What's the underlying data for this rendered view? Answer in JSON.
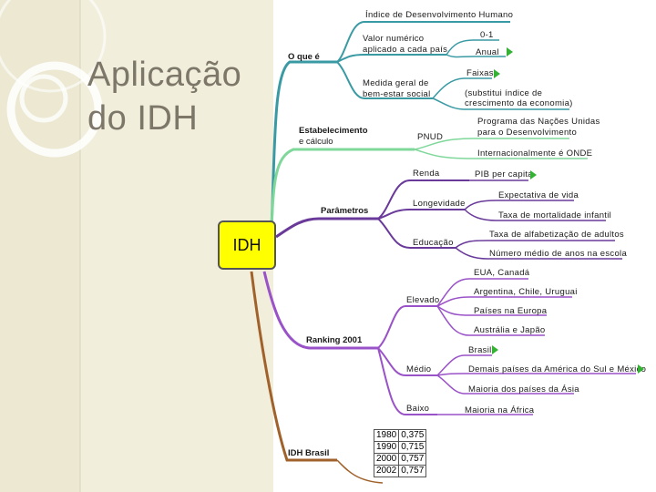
{
  "slide": {
    "title_line1": "Aplicação",
    "title_line2": "do IDH"
  },
  "mindmap": {
    "root": "IDH",
    "o_que_e": {
      "label": "O que é",
      "nome": "Índice de Desenvolvimento Humano",
      "valor": "Valor numérico aplicado a cada país",
      "valor_line1": "Valor numérico",
      "valor_line2": "aplicado a cada país",
      "escala": "0-1",
      "frequencia": "Anual",
      "medida": "Medida geral de bem-estar social",
      "medida_line1": "Medida geral de",
      "medida_line2": "bem-estar social",
      "faixas": "Faixas",
      "substitui": "(substitui índice de crescimento da economia)",
      "substitui_line1": "(substitui índice de",
      "substitui_line2": "crescimento da economia)"
    },
    "estabelecimento": {
      "label": "Estabelecimento e cálculo",
      "label_line1": "Estabelecimento",
      "label_line2": "e cálculo",
      "pnud": "PNUD",
      "programa": "Programa das Nações Unidas para o Desenvolvimento",
      "programa_line1": "Programa das Nações Unidas",
      "programa_line2": "para o Desenvolvimento",
      "onde": "Internacionalmente é ONDE"
    },
    "parametros": {
      "label": "Parâmetros",
      "renda": "Renda",
      "pib": "PIB per capita",
      "longevidade": "Longevidade",
      "expectativa": "Expectativa de vida",
      "mortalidade": "Taxa de mortalidade infantil",
      "educacao": "Educação",
      "alfabetizacao": "Taxa de alfabetização de adultos",
      "anos_escola": "Número médio de anos na escola"
    },
    "ranking": {
      "label": "Ranking 2001",
      "elevado": "Elevado",
      "eua": "EUA, Canadá",
      "argentina": "Argentina, Chile, Uruguai",
      "europa": "Países na Europa",
      "australia": "Austrália e Japão",
      "brasil": "Brasil",
      "medio": "Médio",
      "america": "Demais países da América do Sul e México",
      "asia": "Maioria dos países da Ásia",
      "baixo": "Baixo",
      "africa": "Maioria na África"
    },
    "idh_brasil": {
      "label": "IDH Brasil",
      "rows": [
        {
          "year": "1980",
          "value": "0,375"
        },
        {
          "year": "1990",
          "value": "0,715"
        },
        {
          "year": "2000",
          "value": "0,757"
        },
        {
          "year": "2002",
          "value": "0,757"
        }
      ]
    }
  },
  "colors": {
    "branch_o_que_e": "#3a9aa4",
    "branch_estabelecimento": "#7fd89a",
    "branch_parametros": "#6a3a9a",
    "branch_ranking": "#9a52c8",
    "branch_brasil": "#a0622a",
    "root_fill": "#ffff00",
    "arrow": "#33b233"
  }
}
